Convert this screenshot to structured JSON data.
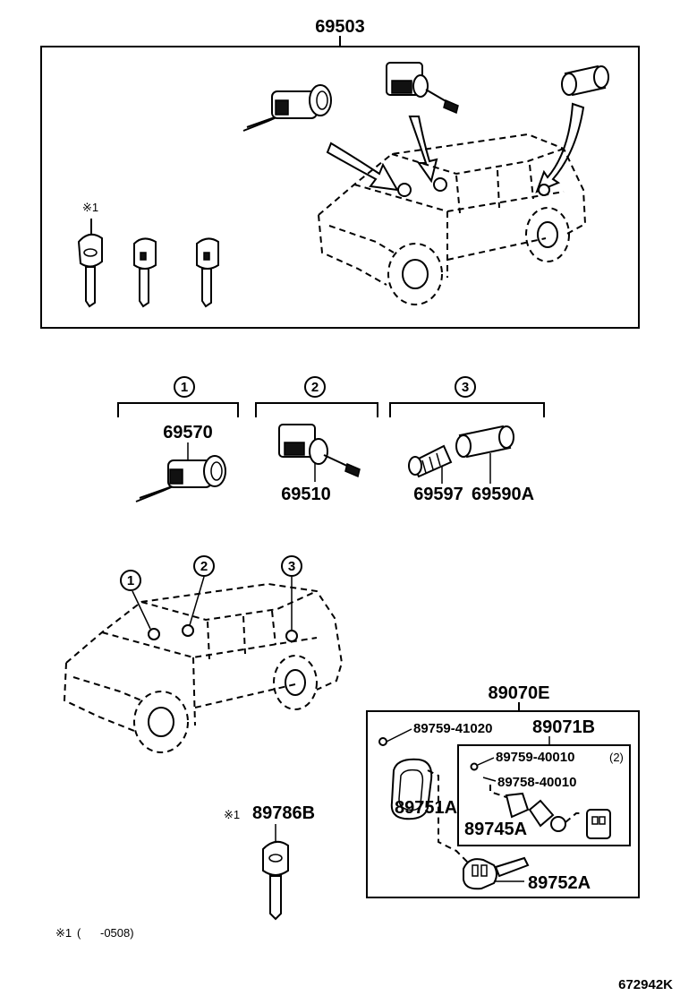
{
  "diagram_code": "672942K",
  "assembly": {
    "part_no": "69503"
  },
  "groups": [
    {
      "number": "1",
      "parts": [
        "69570"
      ]
    },
    {
      "number": "2",
      "parts": [
        "69510"
      ]
    },
    {
      "number": "3",
      "parts": [
        "69597",
        "69590A"
      ]
    }
  ],
  "location_callouts": [
    "1",
    "2",
    "3"
  ],
  "note_mark": "※1",
  "transmitter": {
    "assembly_no": "89070E",
    "parts": {
      "screw": "89759-41020",
      "case_sub_assy": "89071B",
      "screw_inner": "89759-40010",
      "screw_inner_qty": "(2)",
      "battery": "89758-40010",
      "cover": "89751A",
      "board": "89745A",
      "key_plate": "89752A"
    }
  },
  "key_blank": {
    "mark": "※1",
    "part_no": "89786B"
  },
  "footnote": {
    "mark": "※1",
    "text": "(      -0508)"
  }
}
